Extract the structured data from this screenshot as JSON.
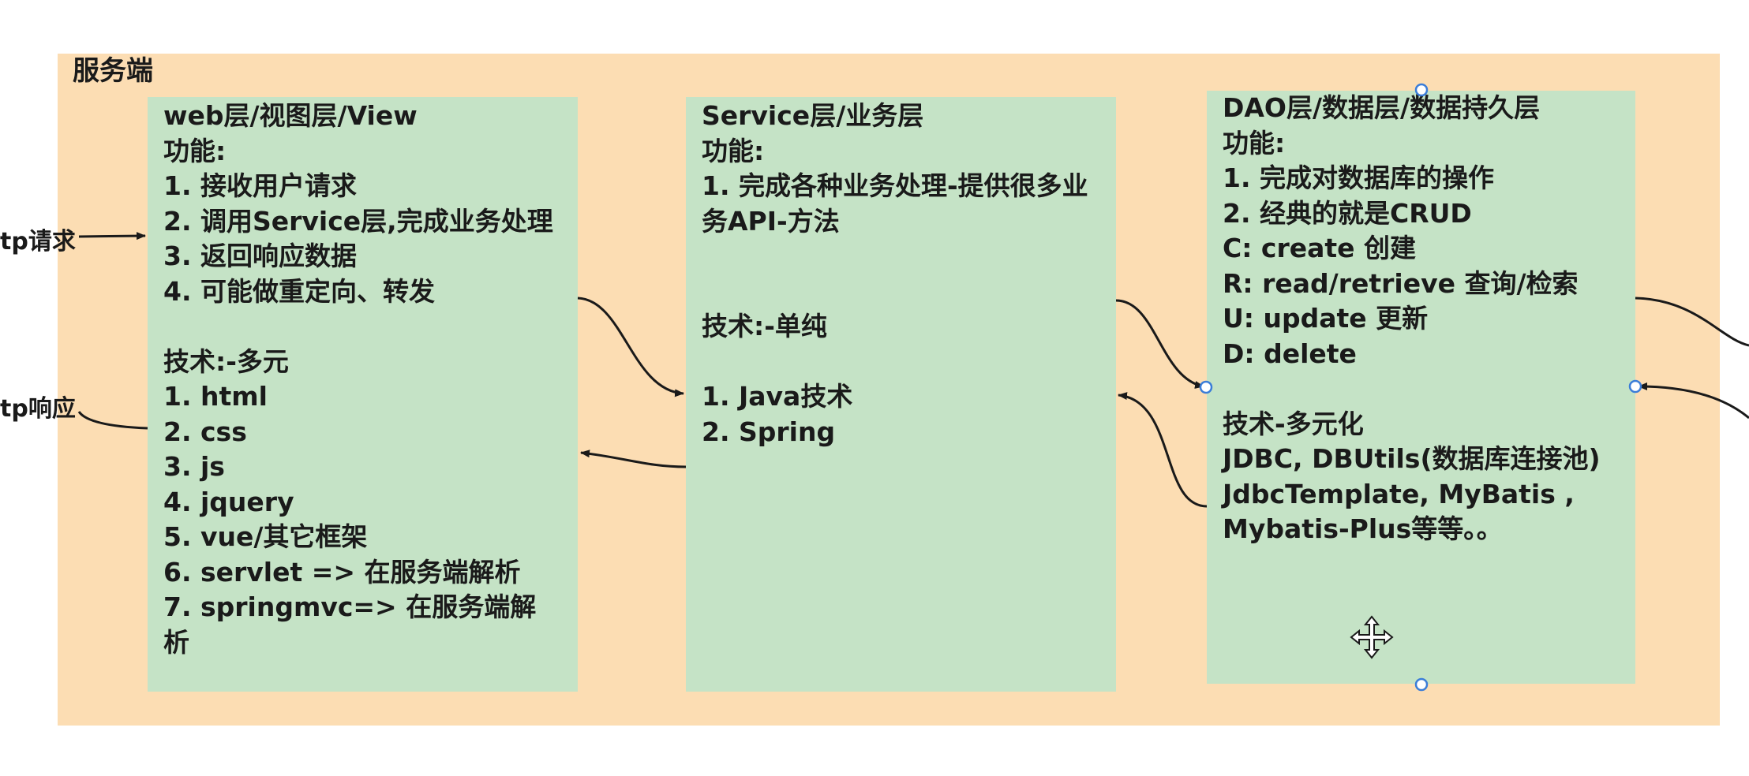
{
  "server": {
    "label": "服务端"
  },
  "external": {
    "http_request": "tp请求",
    "http_response": "tp响应"
  },
  "layers": {
    "web": {
      "lines": [
        "web层/视图层/View",
        "功能:",
        "1. 接收用户请求",
        "2. 调用Service层,完成业务处理",
        "3. 返回响应数据",
        "4. 可能做重定向、转发",
        "",
        "技术:-多元",
        "1. html",
        "2. css",
        "3. js",
        "4. jquery",
        "5. vue/其它框架",
        "6. servlet => 在服务端解析",
        "7. springmvc=> 在服务端解析"
      ]
    },
    "service": {
      "lines": [
        "Service层/业务层",
        "功能:",
        "1. 完成各种业务处理-提供很多业务API-方法",
        "",
        "",
        "技术:-单纯",
        "",
        "1. Java技术",
        "2. Spring"
      ]
    },
    "dao": {
      "lines": [
        "DAO层/数据层/数据持久层",
        "功能:",
        "1. 完成对数据库的操作",
        "2. 经典的就是CRUD",
        "C: create 创建",
        "R: read/retrieve 查询/检索",
        "U: update 更新",
        "D: delete",
        "",
        "技术-多元化",
        "JDBC, DBUtils(数据库连接池)",
        "JdbcTemplate, MyBatis ,",
        "Mybatis-Plus等等。。"
      ]
    }
  },
  "colors": {
    "container": "#fcddb3",
    "layer": "#c5e3c6",
    "arrow": "#1a1a1a",
    "handle": "#3b7dd8"
  },
  "icons": {
    "move_cursor": "move-cursor-icon"
  }
}
